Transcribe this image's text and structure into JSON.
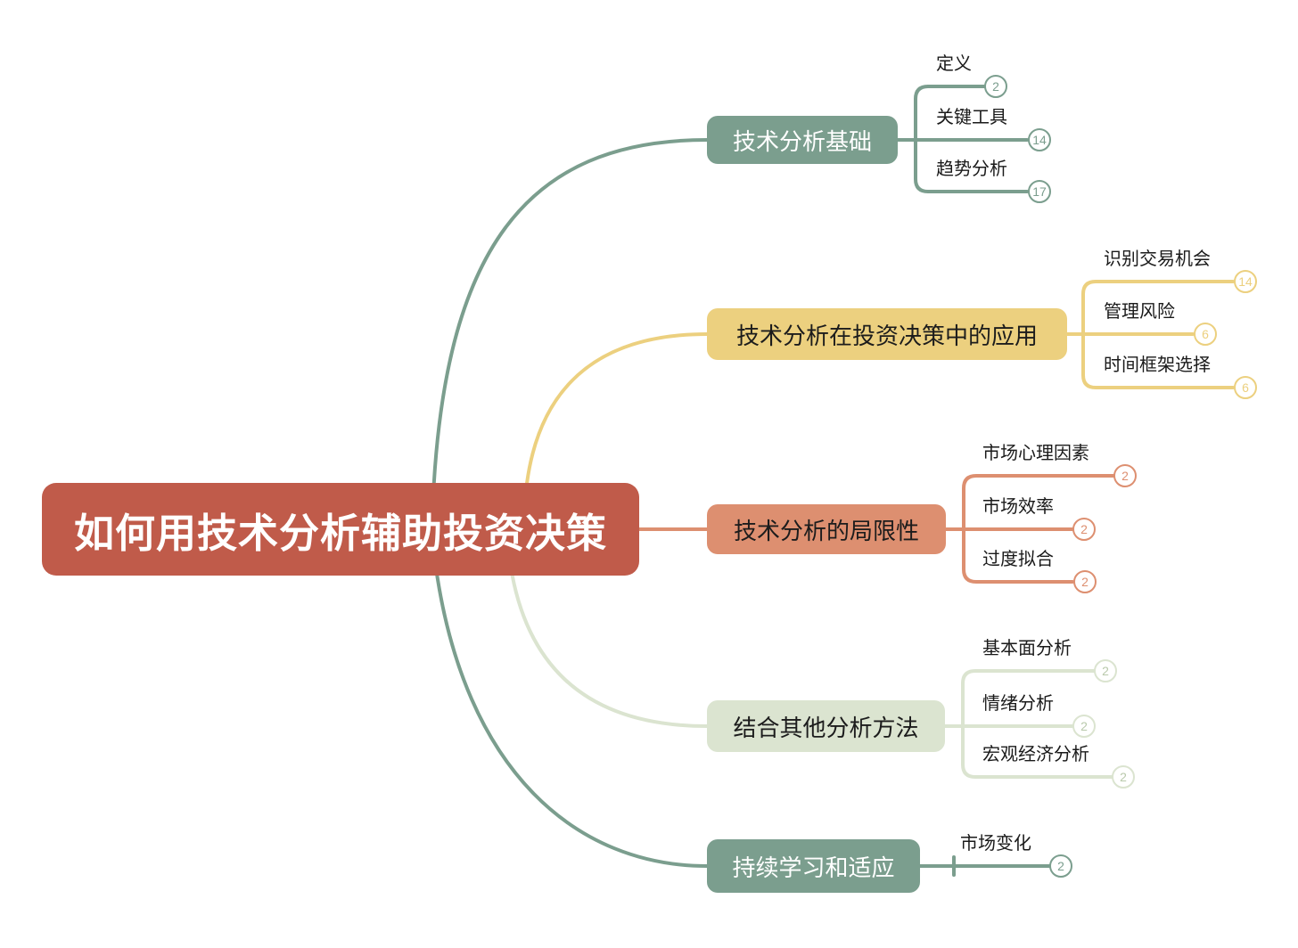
{
  "canvas": {
    "background": "#ffffff"
  },
  "central": {
    "label": "如何用技术分析辅助投资决策",
    "color": "#c05b4a",
    "text_color": "#ffffff"
  },
  "branches": [
    {
      "label": "技术分析基础",
      "color": "#7b9e8e",
      "text_color": "#ffffff",
      "children": [
        {
          "label": "定义",
          "badge": "2"
        },
        {
          "label": "关键工具",
          "badge": "14"
        },
        {
          "label": "趋势分析",
          "badge": "17"
        }
      ]
    },
    {
      "label": "技术分析在投资决策中的应用",
      "color": "#ecd07f",
      "text_color": "#1c1c1c",
      "children": [
        {
          "label": "识别交易机会",
          "badge": "14"
        },
        {
          "label": "管理风险",
          "badge": "6"
        },
        {
          "label": "时间框架选择",
          "badge": "6"
        }
      ]
    },
    {
      "label": "技术分析的局限性",
      "color": "#dd8f70",
      "text_color": "#1c1c1c",
      "children": [
        {
          "label": "市场心理因素",
          "badge": "2"
        },
        {
          "label": "市场效率",
          "badge": "2"
        },
        {
          "label": "过度拟合",
          "badge": "2"
        }
      ]
    },
    {
      "label": "结合其他分析方法",
      "color": "#dbe4d0",
      "text_color": "#1c1c1c",
      "children": [
        {
          "label": "基本面分析",
          "badge": "2"
        },
        {
          "label": "情绪分析",
          "badge": "2"
        },
        {
          "label": "宏观经济分析",
          "badge": "2"
        }
      ]
    },
    {
      "label": "持续学习和适应",
      "color": "#7b9e8e",
      "text_color": "#ffffff",
      "children": [
        {
          "label": "市场变化",
          "badge": "2"
        }
      ]
    }
  ]
}
